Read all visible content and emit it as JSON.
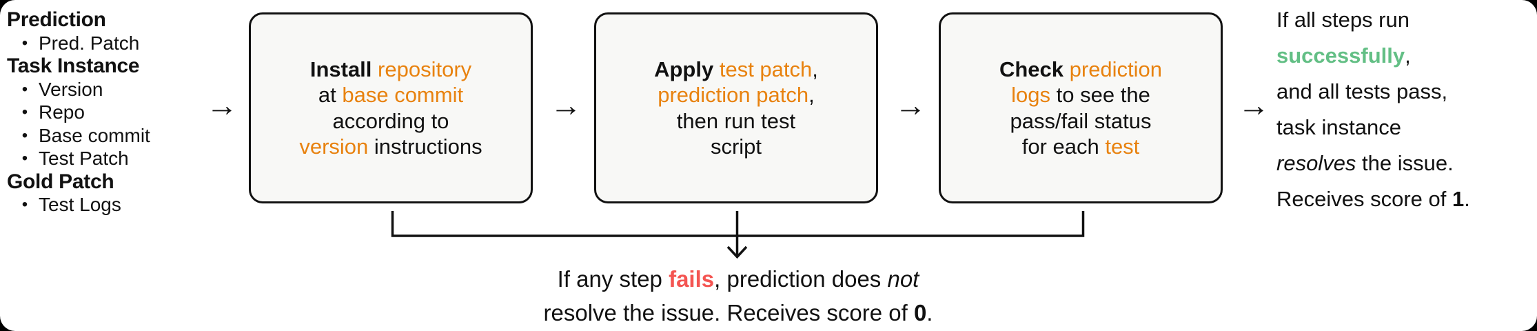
{
  "colors": {
    "orange": "#E8820F",
    "green": "#63BF85",
    "red": "#F45552",
    "ink": "#111111",
    "box_bg": "#F8F8F6"
  },
  "glyphs": {
    "bullet": "•",
    "arrow": "→"
  },
  "inputs_list": {
    "items": [
      {
        "label": "Prediction",
        "type": "header"
      },
      {
        "label": "Pred. Patch",
        "type": "bullet"
      },
      {
        "label": "Task Instance",
        "type": "header"
      },
      {
        "label": "Version",
        "type": "bullet"
      },
      {
        "label": "Repo",
        "type": "bullet"
      },
      {
        "label": "Base commit",
        "type": "bullet"
      },
      {
        "label": "Test Patch",
        "type": "bullet"
      },
      {
        "label": "Gold Patch",
        "type": "header"
      },
      {
        "label": "Test Logs",
        "type": "bullet"
      }
    ]
  },
  "steps": {
    "install": {
      "lines": [
        [
          {
            "t": "Install",
            "s": "bold"
          },
          {
            "t": " "
          },
          {
            "t": "repository",
            "s": "orange"
          }
        ],
        [
          {
            "t": "at "
          },
          {
            "t": "base commit",
            "s": "orange"
          }
        ],
        [
          {
            "t": "according to"
          }
        ],
        [
          {
            "t": "version",
            "s": "orange"
          },
          {
            "t": " instructions"
          }
        ]
      ]
    },
    "apply": {
      "lines": [
        [
          {
            "t": "Apply",
            "s": "bold"
          },
          {
            "t": " "
          },
          {
            "t": "test patch",
            "s": "orange"
          },
          {
            "t": ","
          }
        ],
        [
          {
            "t": "prediction patch",
            "s": "orange"
          },
          {
            "t": ","
          }
        ],
        [
          {
            "t": "then run test"
          }
        ],
        [
          {
            "t": "script"
          }
        ]
      ]
    },
    "check": {
      "lines": [
        [
          {
            "t": "Check",
            "s": "bold"
          },
          {
            "t": " "
          },
          {
            "t": "prediction",
            "s": "orange"
          }
        ],
        [
          {
            "t": "logs",
            "s": "orange"
          },
          {
            "t": " to see the"
          }
        ],
        [
          {
            "t": "pass/fail status"
          }
        ],
        [
          {
            "t": "for each "
          },
          {
            "t": "test",
            "s": "orange"
          }
        ]
      ]
    }
  },
  "success_note": {
    "lines": [
      [
        {
          "t": "If all steps run"
        }
      ],
      [
        {
          "t": "successfully",
          "s": "bold green"
        },
        {
          "t": ","
        }
      ],
      [
        {
          "t": "and all tests pass,"
        }
      ],
      [
        {
          "t": "task instance"
        }
      ],
      [
        {
          "t": "resolves",
          "s": "italic"
        },
        {
          "t": " the issue."
        }
      ],
      [
        {
          "t": "Receives score of "
        },
        {
          "t": "1",
          "s": "bold"
        },
        {
          "t": "."
        }
      ]
    ]
  },
  "failure_note": {
    "lines": [
      [
        {
          "t": "If any step "
        },
        {
          "t": "fails",
          "s": "bold red"
        },
        {
          "t": ", prediction does "
        },
        {
          "t": "not",
          "s": "italic"
        }
      ],
      [
        {
          "t": "resolve the issue. Receives score of "
        },
        {
          "t": "0",
          "s": "bold"
        },
        {
          "t": "."
        }
      ]
    ]
  }
}
